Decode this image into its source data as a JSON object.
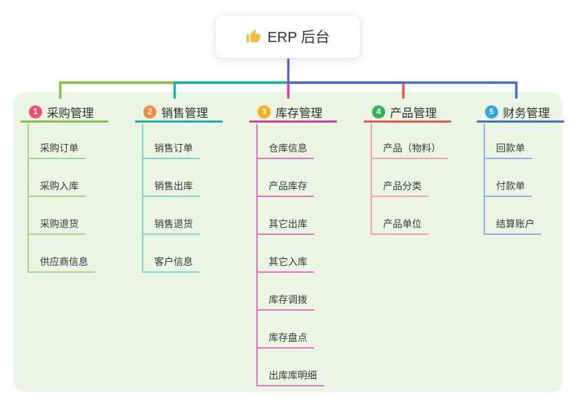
{
  "root": {
    "label": "ERP 后台",
    "icon": "thumbs-up-icon"
  },
  "branches": [
    {
      "number": "1",
      "label": "采购管理",
      "badge_color": "#f1506c",
      "line_color": "#85bd3e",
      "child_line_color": "#abd37d",
      "children": [
        "采购订单",
        "采购入库",
        "采购退货",
        "供应商信息"
      ]
    },
    {
      "number": "2",
      "label": "销售管理",
      "badge_color": "#f68c3d",
      "line_color": "#14b3a7",
      "child_line_color": "#7ed2c9",
      "children": [
        "销售订单",
        "销售出库",
        "销售退货",
        "客户信息"
      ]
    },
    {
      "number": "3",
      "label": "库存管理",
      "badge_color": "#fcad15",
      "line_color": "#d93aa2",
      "child_line_color": "#ea6fc0",
      "children": [
        "仓库信息",
        "产品库存",
        "其它出库",
        "其它入库",
        "库存调拨",
        "库存盘点",
        "出库库明细"
      ]
    },
    {
      "number": "4",
      "label": "产品管理",
      "badge_color": "#2fb355",
      "line_color": "#f0524d",
      "child_line_color": "#f5a19b",
      "children": [
        "产品（物料）",
        "产品分类",
        "产品单位"
      ]
    },
    {
      "number": "5",
      "label": "财务管理",
      "badge_color": "#2ca6e0",
      "line_color": "#3e6ad1",
      "child_line_color": "#93a9e2",
      "children": [
        "回款单",
        "付款单",
        "结算账户"
      ]
    }
  ],
  "colors": {
    "page_bg": "#ffffff",
    "panel_bg": "#eaf6e3",
    "root_line": "#5a62d6",
    "card_bg": "#ffffff",
    "title_text": "#2e2f31",
    "child_text": "#35373a",
    "icon_yellow": "#f5bc3c"
  }
}
